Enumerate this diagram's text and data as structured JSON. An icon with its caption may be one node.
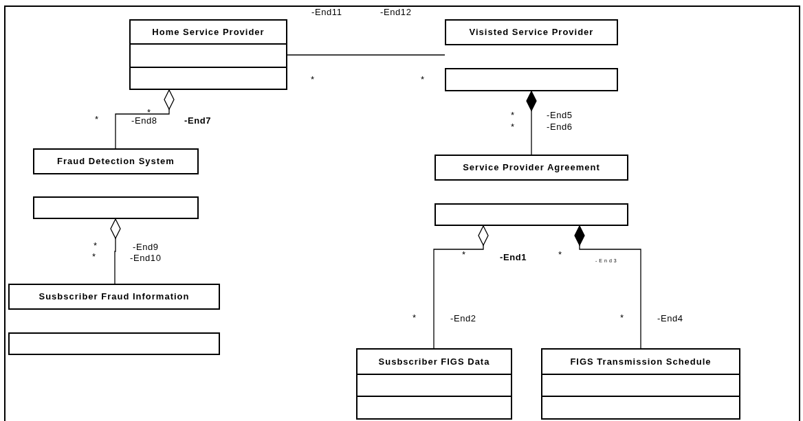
{
  "diagram": {
    "nodes": [
      {
        "text": [
          "Home Service Provider"
        ]
      },
      {
        "text": [
          "Visisted Service Provider"
        ]
      },
      {
        "text": [
          "Fraud Detection System"
        ]
      },
      {
        "text": [
          "Service Provider Agreement"
        ]
      },
      {
        "text": [
          "Susbscriber Fraud Information"
        ]
      },
      {
        "text": [
          "Susbscriber FIGS Data"
        ]
      },
      {
        "text": [
          "FIGS Transmission Schedule"
        ]
      }
    ],
    "edges": [
      {
        "from": 0,
        "to": 1,
        "arrow": "none"
      },
      {
        "from": 0,
        "to": 2,
        "arrow": "other"
      },
      {
        "from": 1,
        "to": 3,
        "arrow": "other"
      },
      {
        "from": 2,
        "to": 4,
        "arrow": "other"
      },
      {
        "from": 3,
        "to": 5,
        "arrow": "other"
      },
      {
        "from": 3,
        "to": 6,
        "arrow": "other"
      }
    ],
    "labels": [
      "-End11",
      "-End12",
      "*",
      "*",
      "*",
      "-End8",
      "*",
      "-End7",
      "*",
      "-End5",
      "*",
      "-End6",
      "*",
      "-End9",
      "*",
      "-End10",
      "*",
      "-End1",
      "*",
      "-End3",
      "*",
      "-End2",
      "*",
      "-End4"
    ]
  }
}
